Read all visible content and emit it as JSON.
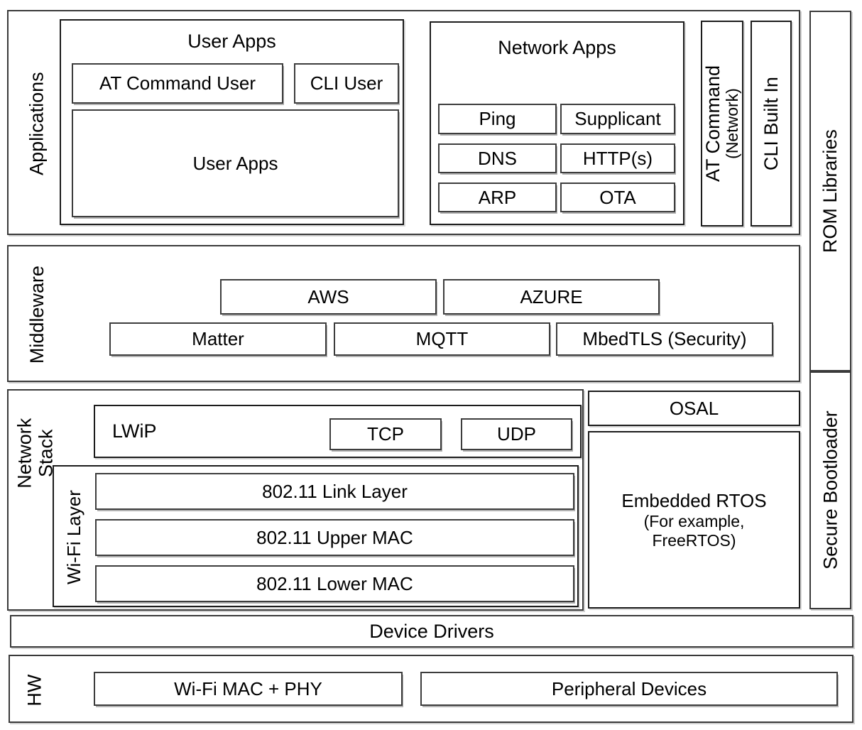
{
  "palette": {
    "background": "#ffffff",
    "line": "#1a1a1a",
    "text": "#000000"
  },
  "applications": {
    "label": "Applications",
    "user_apps_group": {
      "title": "User Apps",
      "at_command_user": "AT Command User",
      "cli_user": "CLI User",
      "user_apps_inner": "User Apps"
    },
    "network_apps_group": {
      "title": "Network Apps",
      "items": [
        "Ping",
        "Supplicant",
        "DNS",
        "HTTP(s)",
        "ARP",
        "OTA"
      ]
    },
    "at_command_network": {
      "line1": "AT Command",
      "line2": "(Network)"
    },
    "cli_built_in": "CLI Built In"
  },
  "rom_libraries": "ROM Libraries",
  "secure_bootloader": "Secure Bootloader",
  "middleware": {
    "label": "Middleware",
    "row1": [
      "AWS",
      "AZURE"
    ],
    "row2": [
      "Matter",
      "MQTT",
      "MbedTLS (Security)"
    ]
  },
  "network_stack": {
    "label_line1": "Network",
    "label_line2": "Stack",
    "lwip": "LWiP",
    "tcp": "TCP",
    "udp": "UDP",
    "wifi_layer_label": "Wi-Fi Layer",
    "layers": [
      "802.11 Link Layer",
      "802.11 Upper MAC",
      "802.11 Lower MAC"
    ]
  },
  "osal": "OSAL",
  "embedded_rtos": {
    "line1": "Embedded RTOS",
    "line2": "(For example,",
    "line3": "FreeRTOS)"
  },
  "device_drivers": "Device Drivers",
  "hw": {
    "label": "HW",
    "wifi_mac_phy": "Wi-Fi MAC + PHY",
    "peripheral_devices": "Peripheral Devices"
  }
}
